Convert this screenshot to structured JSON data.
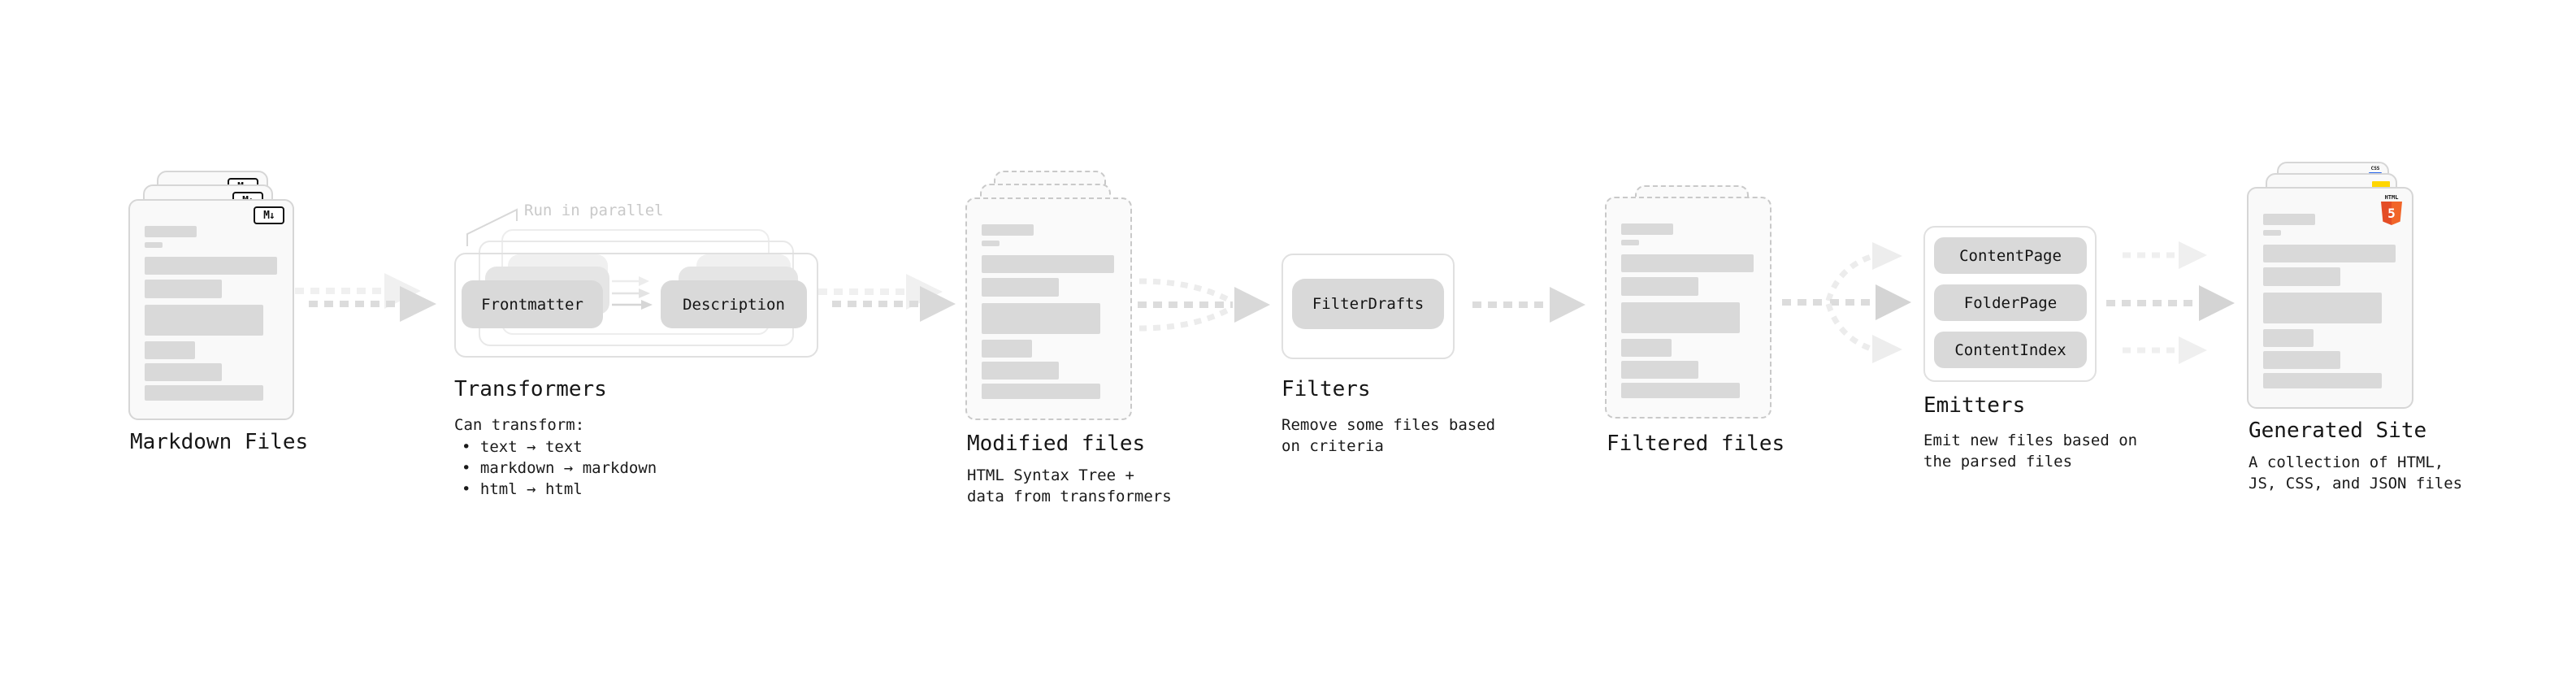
{
  "diagram": {
    "stages": {
      "markdown_files": {
        "label": "Markdown Files",
        "badge": "M↓"
      },
      "transformers": {
        "label": "Transformers",
        "callout": "Run in parallel",
        "chip_from": "Frontmatter",
        "chip_to": "Description",
        "desc_heading": "Can transform:",
        "bullets": [
          "text → text",
          "markdown → markdown",
          "html → html"
        ]
      },
      "modified_files": {
        "label": "Modified files",
        "desc_line1": "HTML Syntax Tree +",
        "desc_line2": "data from transformers"
      },
      "filters": {
        "label": "Filters",
        "chip": "FilterDrafts",
        "desc_line1": "Remove some files based",
        "desc_line2": "on criteria"
      },
      "filtered_files": {
        "label": "Filtered files"
      },
      "emitters": {
        "label": "Emitters",
        "chips": [
          "ContentPage",
          "FolderPage",
          "ContentIndex"
        ],
        "desc_line1": "Emit new files based on",
        "desc_line2": "the parsed files"
      },
      "generated_site": {
        "label": "Generated Site",
        "desc_line1": "A collection of HTML,",
        "desc_line2": "JS, CSS, and JSON files",
        "css_badge": "CSS",
        "html_badge_word": "HTML",
        "html_badge_number": "5"
      }
    },
    "colors": {
      "html5_orange": "#e44d26",
      "html5_orange_light": "#f16529",
      "js_yellow": "#ffd600",
      "css_blue": "#2563eb",
      "placeholder_gray": "#d9d9d9",
      "arrow_gray": "#dcdcdc",
      "arrow_ghost": "#f0f0f0"
    }
  }
}
